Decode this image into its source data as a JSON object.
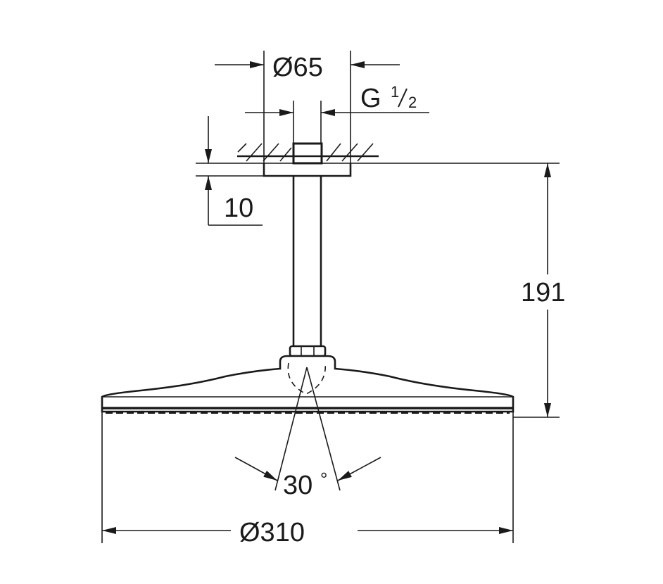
{
  "drawing": {
    "subject": "Ceiling-mounted rain shower head with ceiling arm",
    "dimensions": {
      "flange_diameter": "Ø65",
      "thread": "G",
      "thread_num": "1",
      "thread_den": "2",
      "flange_thickness": "10",
      "total_height": "191",
      "spray_angle": "30",
      "spray_angle_unit": "°",
      "head_diameter": "Ø310"
    },
    "colors": {
      "line": "#1a1a1a",
      "background": "#ffffff"
    }
  }
}
